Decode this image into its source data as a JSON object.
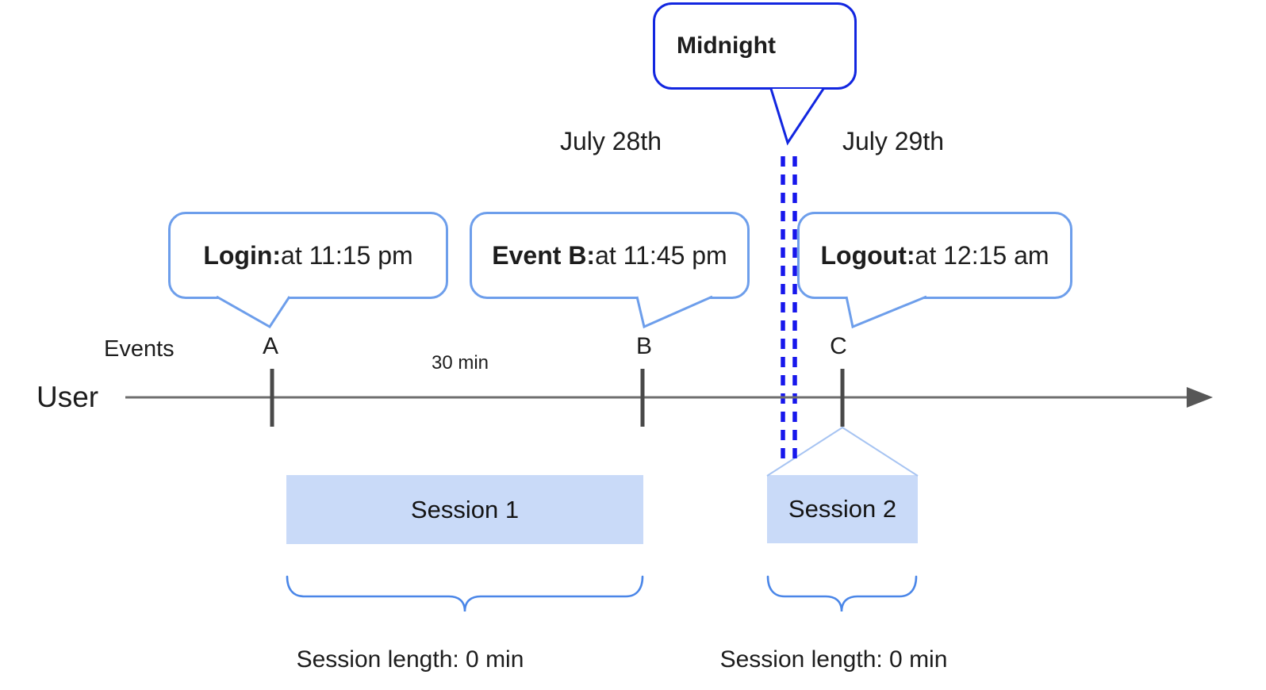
{
  "diagram": {
    "title_context": "user session timeline",
    "dates": {
      "left": "July 28th",
      "right": "July 29th"
    },
    "midnight_callout": {
      "label": "Midnight"
    },
    "callouts": [
      {
        "bold": "Login:",
        "rest": " at 11:15 pm",
        "marker": "A"
      },
      {
        "bold": "Event B:",
        "rest": " at 11:45 pm",
        "marker": "B"
      },
      {
        "bold": "Logout:",
        "rest": " at 12:15 am",
        "marker": "C"
      }
    ],
    "axis": {
      "events_label": "Events",
      "user_label": "User",
      "interval_label": "30 min",
      "markers": [
        "A",
        "B",
        "C"
      ]
    },
    "sessions": [
      {
        "label": "Session 1",
        "length_label": "Session length: 0 min"
      },
      {
        "label": "Session 2",
        "length_label": "Session length: 0 min"
      }
    ],
    "colors": {
      "callout_border": "#6d9eeb",
      "midnight_border": "#1226e0",
      "midnight_dashed_line": "#1717ec",
      "session_fill": "#c9daf8",
      "brace": "#4a86e8",
      "timeline": "#6f6f6f",
      "tick": "#494949",
      "connector": "#a7c4f2"
    }
  }
}
